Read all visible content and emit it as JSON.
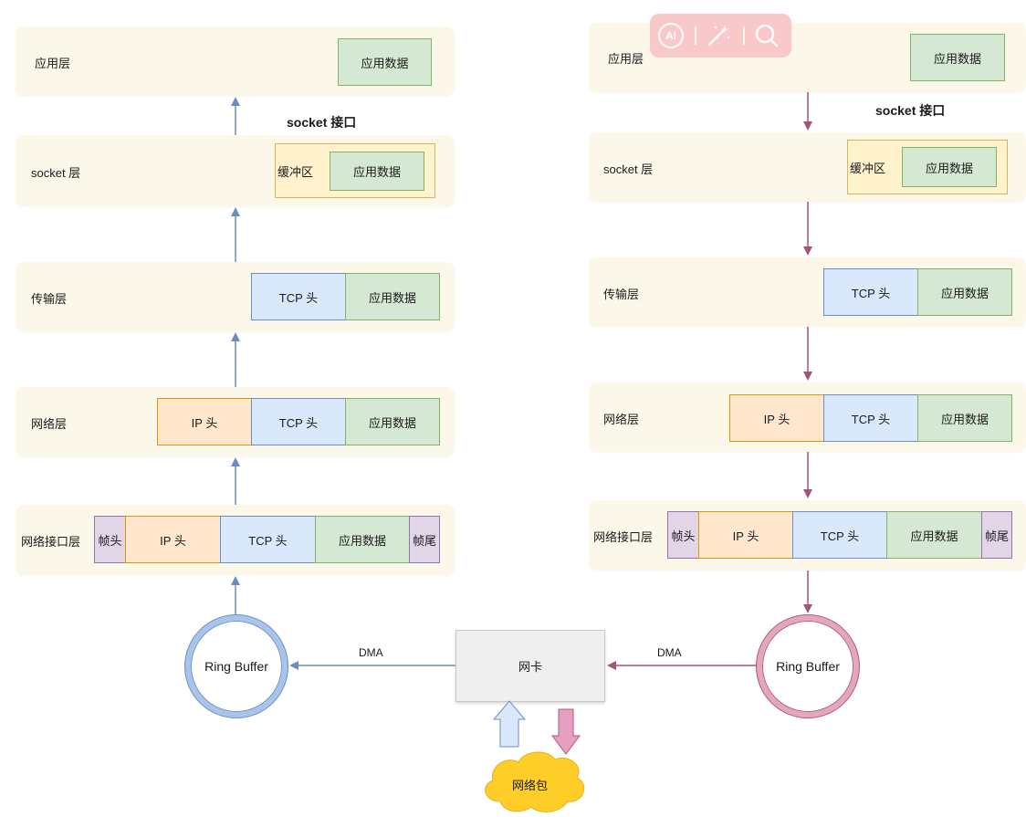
{
  "colors": {
    "layer_bg": "#fbf7e9",
    "app_data": "#d5e8d4",
    "tcp_header": "#dae8fc",
    "ip_header": "#ffe6cc",
    "frame": "#e1d5e7",
    "buffer": "#fff2cc",
    "arrow_left": "#6c8ebf",
    "arrow_right": "#b5577c"
  },
  "left": {
    "app_layer": {
      "label": "应用层",
      "app_data": "应用数据"
    },
    "socket_interface": "socket 接口",
    "socket_layer": {
      "label": "socket 层",
      "buffer": "缓冲区",
      "app_data": "应用数据"
    },
    "transport_layer": {
      "label": "传输层",
      "tcp_header": "TCP 头",
      "app_data": "应用数据"
    },
    "network_layer": {
      "label": "网络层",
      "ip_header": "IP 头",
      "tcp_header": "TCP 头",
      "app_data": "应用数据"
    },
    "link_layer": {
      "label": "网络接口层",
      "frame_header": "帧头",
      "ip_header": "IP 头",
      "tcp_header": "TCP 头",
      "app_data": "应用数据",
      "frame_tail": "帧尾"
    },
    "ring_buffer": "Ring Buffer",
    "dma": "DMA"
  },
  "right": {
    "app_layer": {
      "label": "应用层",
      "app_data": "应用数据"
    },
    "socket_interface": "socket 接口",
    "socket_layer": {
      "label": "socket 层",
      "buffer": "缓冲区",
      "app_data": "应用数据"
    },
    "transport_layer": {
      "label": "传输层",
      "tcp_header": "TCP 头",
      "app_data": "应用数据"
    },
    "network_layer": {
      "label": "网络层",
      "ip_header": "IP 头",
      "tcp_header": "TCP 头",
      "app_data": "应用数据"
    },
    "link_layer": {
      "label": "网络接口层",
      "frame_header": "帧头",
      "ip_header": "IP 头",
      "tcp_header": "TCP 头",
      "app_data": "应用数据",
      "frame_tail": "帧尾"
    },
    "ring_buffer": "Ring Buffer",
    "dma": "DMA"
  },
  "nic": "网卡",
  "network_packet": "网络包",
  "toolbar": {
    "icons": [
      "ai-icon",
      "magic-wand-icon",
      "search-icon"
    ],
    "ai_label": "AI"
  }
}
